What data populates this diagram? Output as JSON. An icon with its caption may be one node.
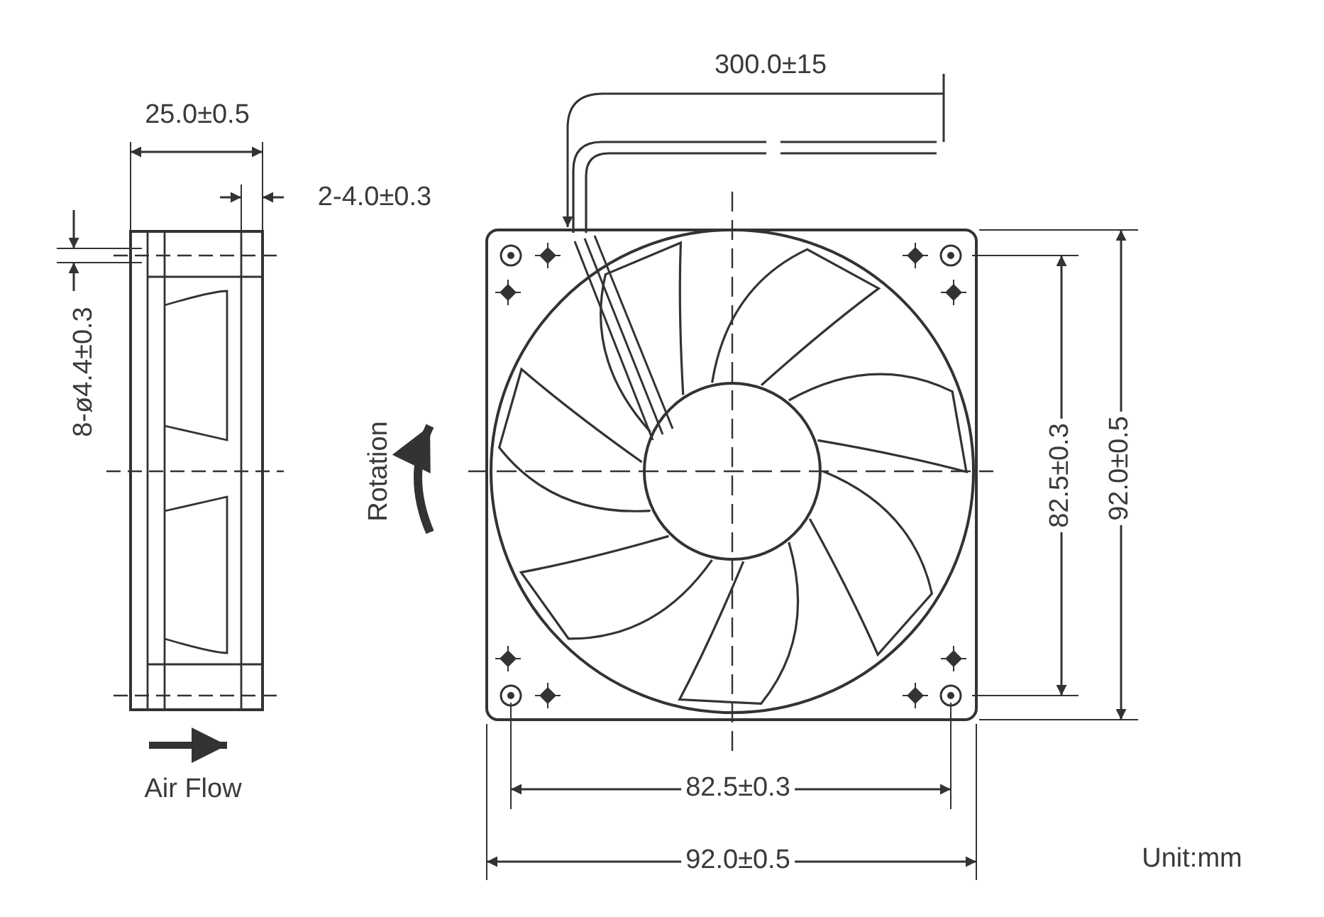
{
  "diagram": {
    "labels": [
      "300.0±15",
      "25.0±0.5",
      "2-4.0±0.3",
      "8-ø4.4±0.3",
      "Rotation",
      "82.5±0.3",
      "92.0±0.5",
      "Air Flow",
      "82.5±0.3",
      "92.0±0.5",
      "Unit:mm"
    ]
  }
}
